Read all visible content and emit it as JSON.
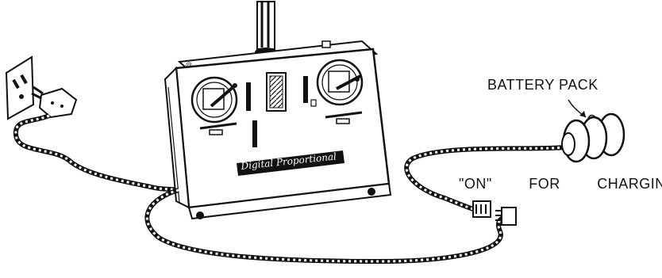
{
  "labels": {
    "battery_pack": "BATTERY PACK",
    "on_for_charging": "\"ON\"   FOR   CHARGING",
    "brand_plate": "Digital Proportional"
  },
  "colors": {
    "ink": "#111111",
    "paper": "#ffffff"
  },
  "icons": [
    "wall-outlet-icon",
    "ac-plug-icon",
    "transmitter-icon",
    "battery-pack-icon",
    "connector-plug-icon"
  ]
}
